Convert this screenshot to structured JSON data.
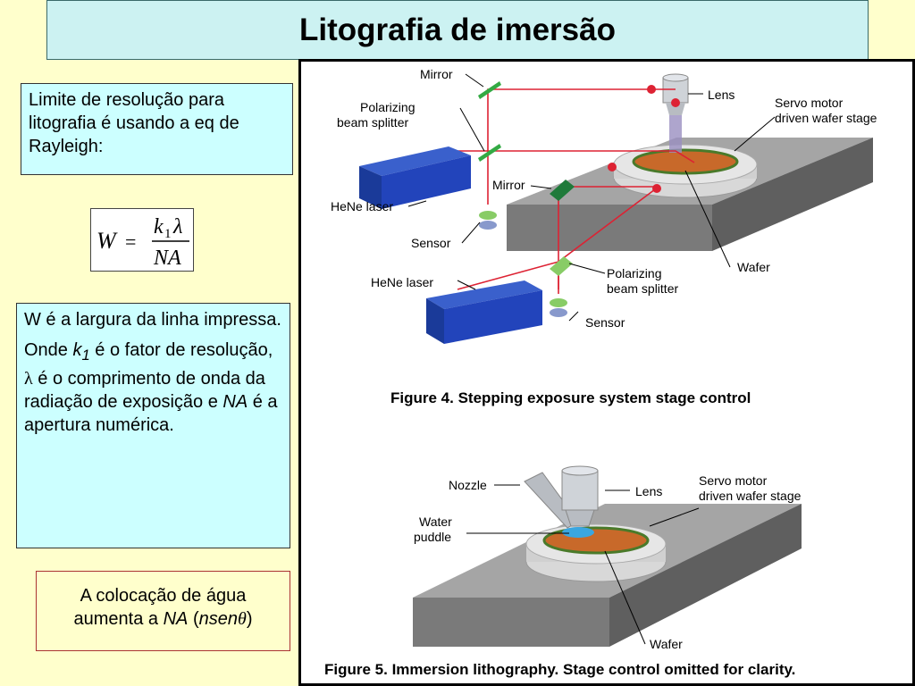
{
  "title": "Litografia de imersão",
  "box1": {
    "text": "Limite de resolução para litografia é usando a eq de Rayleigh:"
  },
  "formula": {
    "lhs": "W",
    "eq": "=",
    "num_k": "k",
    "num_sub": "1",
    "num_lambda": "λ",
    "den": "NA"
  },
  "box2": {
    "p1": "W é a largura da linha impressa.",
    "p2_a": "Onde ",
    "p2_k": "k",
    "p2_sub": "1",
    "p2_b": " é o fator de resolução, ",
    "p2_lambda": "λ",
    "p2_c": " é o comprimento de onda da radiação de exposição e ",
    "p2_na": "NA",
    "p2_d": " é a apertura numérica."
  },
  "box3": {
    "line1": "A colocação de água aumenta a ",
    "na": "NA",
    "open": " (",
    "nsen": "nsen",
    "theta": "θ",
    "close": ")"
  },
  "figure4": {
    "labels": {
      "mirror_top": "Mirror",
      "polarizing1_line1": "Polarizing",
      "polarizing1_line2": "beam splitter",
      "lens": "Lens",
      "servo_line1": "Servo motor",
      "servo_line2": "driven wafer stage",
      "hene1": "HeNe laser",
      "mirror_mid": "Mirror",
      "sensor1": "Sensor",
      "hene2": "HeNe laser",
      "polarizing2_line1": "Polarizing",
      "polarizing2_line2": "beam splitter",
      "wafer": "Wafer",
      "sensor2": "Sensor"
    },
    "caption": "Figure 4.   Stepping exposure system stage control"
  },
  "figure5": {
    "labels": {
      "nozzle": "Nozzle",
      "lens": "Lens",
      "servo_line1": "Servo motor",
      "servo_line2": "driven wafer stage",
      "water_line1": "Water",
      "water_line2": "puddle",
      "wafer": "Wafer"
    },
    "caption": "Figure 5.   Immersion lithography. Stage control omitted for clarity."
  },
  "colors": {
    "background": "#ffffcc",
    "title_bg": "#ccf2f2",
    "textbox_bg": "#ccffff",
    "laser_blue": "#2244bb",
    "beam_red": "#dd2233",
    "stage_gray": "#8a8a8a",
    "mirror_green": "#33aa44",
    "wafer_orange": "#cc6622"
  }
}
